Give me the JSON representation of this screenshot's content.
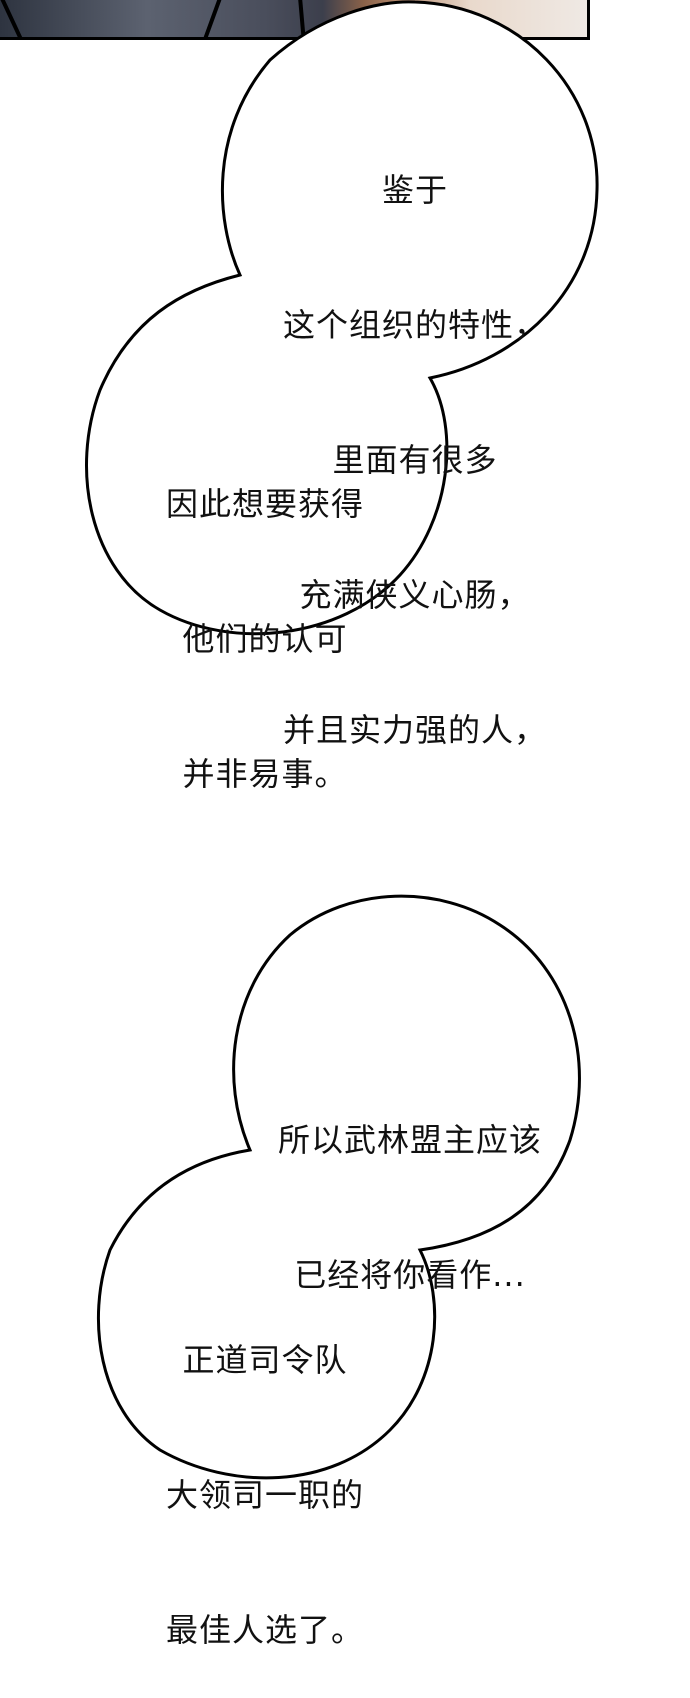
{
  "panel_top": {
    "description": "partial illustrated panel: dark suit and hands",
    "border_color": "#000000"
  },
  "bubbles": [
    {
      "id": "bubble-1a",
      "lines": [
        "鉴于",
        "这个组织的特性，",
        "里面有很多",
        "充满侠义心肠，",
        "并且实力强的人，"
      ]
    },
    {
      "id": "bubble-1b",
      "lines": [
        "因此想要获得",
        "他们的认可",
        "并非易事。"
      ]
    },
    {
      "id": "bubble-2a",
      "lines": [
        "所以武林盟主应该",
        "已经将你看作..."
      ]
    },
    {
      "id": "bubble-2b",
      "lines": [
        "正道司令队",
        "大领司一职的",
        "最佳人选了。"
      ]
    }
  ],
  "colors": {
    "bubble_fill": "#ffffff",
    "bubble_stroke": "#000000",
    "text": "#111111"
  }
}
